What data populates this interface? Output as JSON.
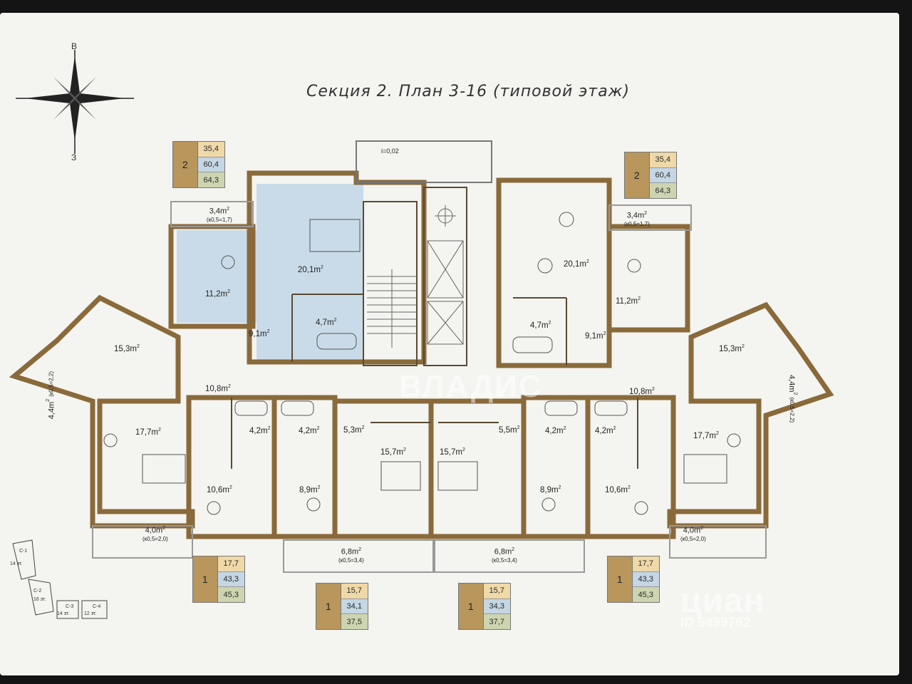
{
  "title": "Секция 2. План 3-16 (типовой этаж)",
  "compass": {
    "north": "В",
    "south": "З"
  },
  "slope": "i=0,02",
  "watermark": {
    "center": "ВЛАДИС",
    "brand": "циан",
    "id": "ID 9499762"
  },
  "colors": {
    "wall": "#8a6a3a",
    "highlight": "#c9dbe8",
    "rooms_tag": "#b8965c"
  },
  "badges": [
    {
      "rooms": "2",
      "v1": "35,4",
      "v2": "60,4",
      "v3": "64,3"
    },
    {
      "rooms": "2",
      "v1": "35,4",
      "v2": "60,4",
      "v3": "64,3"
    },
    {
      "rooms": "1",
      "v1": "17,7",
      "v2": "43,3",
      "v3": "45,3"
    },
    {
      "rooms": "1",
      "v1": "15,7",
      "v2": "34,1",
      "v3": "37,5"
    },
    {
      "rooms": "1",
      "v1": "15,7",
      "v2": "34,3",
      "v3": "37,7"
    },
    {
      "rooms": "1",
      "v1": "17,7",
      "v2": "43,3",
      "v3": "45,3"
    }
  ],
  "rooms": [
    {
      "area": "20,1m",
      "sup": "2"
    },
    {
      "area": "11,2m",
      "sup": "2"
    },
    {
      "area": "4,7m",
      "sup": "2"
    },
    {
      "area": "9,1m",
      "sup": "2"
    },
    {
      "area": "15,3m",
      "sup": "2"
    },
    {
      "area": "10,8m",
      "sup": "2"
    },
    {
      "area": "17,7m",
      "sup": "2"
    },
    {
      "area": "4,2m",
      "sup": "2"
    },
    {
      "area": "4,2m",
      "sup": "2"
    },
    {
      "area": "5,3m",
      "sup": "2"
    },
    {
      "area": "15,7m",
      "sup": "2"
    },
    {
      "area": "10,6m",
      "sup": "2"
    },
    {
      "area": "8,9m",
      "sup": "2"
    },
    {
      "area": "20,1m",
      "sup": "2"
    },
    {
      "area": "11,2m",
      "sup": "2"
    },
    {
      "area": "4,7m",
      "sup": "2"
    },
    {
      "area": "9,1m",
      "sup": "2"
    },
    {
      "area": "15,3m",
      "sup": "2"
    },
    {
      "area": "10,8m",
      "sup": "2"
    },
    {
      "area": "17,7m",
      "sup": "2"
    },
    {
      "area": "4,2m",
      "sup": "2"
    },
    {
      "area": "4,2m",
      "sup": "2"
    },
    {
      "area": "5,5m",
      "sup": "2"
    },
    {
      "area": "15,7m",
      "sup": "2"
    },
    {
      "area": "10,6m",
      "sup": "2"
    },
    {
      "area": "8,9m",
      "sup": "2"
    }
  ],
  "loggias": [
    {
      "area": "3,4m",
      "sup": "2",
      "k": "(к0,5=1,7)"
    },
    {
      "area": "3,4m",
      "sup": "2",
      "k": "(к0,5=1,7)"
    },
    {
      "area": "4,4m",
      "sup": "2",
      "k": "(к0,5=2,2)"
    },
    {
      "area": "4,4m",
      "sup": "2",
      "k": "(к0,5=2,2)"
    },
    {
      "area": "4,0m",
      "sup": "2",
      "k": "(к0,5=2,0)"
    },
    {
      "area": "4,0m",
      "sup": "2",
      "k": "(к0,5=2,0)"
    },
    {
      "area": "6,8m",
      "sup": "2",
      "k": "(к0,5=3,4)"
    },
    {
      "area": "6,8m",
      "sup": "2",
      "k": "(к0,5=3,4)"
    }
  ],
  "minimap": [
    {
      "section": "С-1",
      "floors": "14 эт."
    },
    {
      "section": "С-2",
      "floors": "16 эт."
    },
    {
      "section": "С-3",
      "floors": "14 эт."
    },
    {
      "section": "С-4",
      "floors": "12 эт."
    }
  ]
}
